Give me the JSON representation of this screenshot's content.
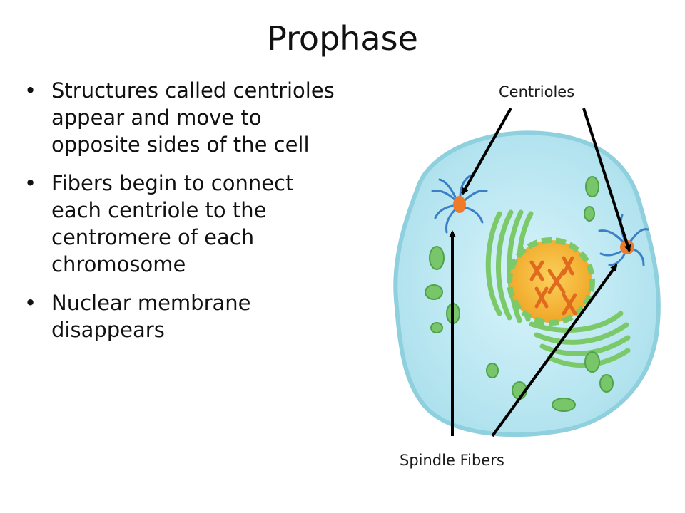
{
  "slide": {
    "title": "Prophase",
    "bullets": [
      "Structures called centrioles appear and move to opposite sides of the cell",
      "Fibers begin to connect each centriole to the centromere of each chromosome",
      "Nuclear membrane disappears"
    ],
    "labels": {
      "centrioles": "Centrioles",
      "spindle_fibers": "Spindle Fibers"
    }
  },
  "colors": {
    "cytoplasm": "#bfeaf4",
    "membrane": "#7ccad9",
    "nucleus": "#f7b52a",
    "chromosome": "#e8701e",
    "organelle": "#7cc96a",
    "centriole": "#f07a2a",
    "fiber": "#3b7fc6"
  }
}
